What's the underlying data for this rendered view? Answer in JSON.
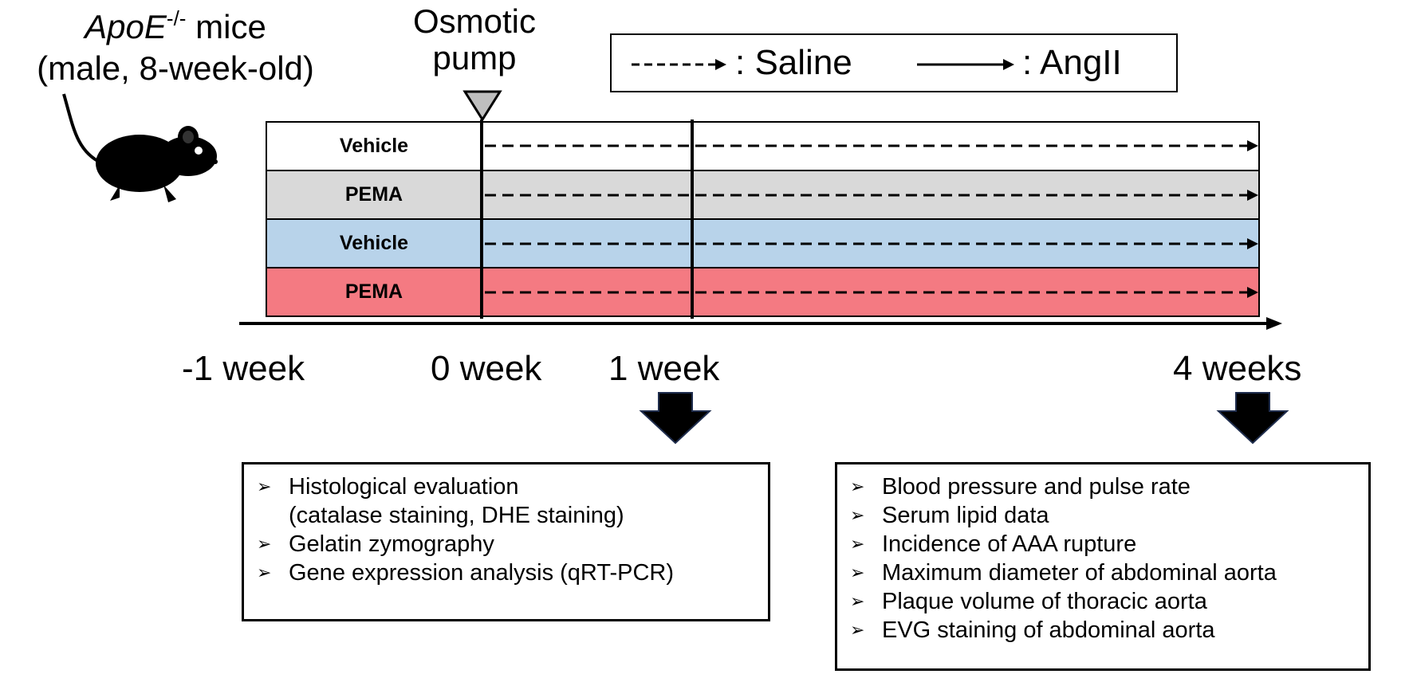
{
  "mouse": {
    "strain_italic": "ApoE",
    "strain_sup": "-/-",
    "strain_rest": " mice",
    "subtitle": "(male, 8-week-old)",
    "icon": "mouse-icon"
  },
  "pump": {
    "line1": "Osmotic",
    "line2": "pump",
    "icon": "downward-triangle-icon"
  },
  "legend": {
    "saline_label": ": Saline",
    "angii_label": ": AngII"
  },
  "groups": [
    {
      "label": "Vehicle",
      "color": "#ffffff",
      "treatment": "saline"
    },
    {
      "label": "PEMA",
      "color": "#d9d9d9",
      "treatment": "saline"
    },
    {
      "label": "Vehicle",
      "color": "#b8d3ea",
      "treatment": "saline"
    },
    {
      "label": "PEMA",
      "color": "#f47a82",
      "treatment": "saline"
    }
  ],
  "timeline": {
    "labels": [
      "-1 week",
      "0 week",
      "1 week",
      "4 weeks"
    ]
  },
  "outcomes_1week": {
    "items": [
      {
        "text": "Histological evaluation",
        "sub": "(catalase staining, DHE staining)"
      },
      {
        "text": "Gelatin zymography",
        "sub": ""
      },
      {
        "text": "Gene expression analysis (qRT-PCR)",
        "sub": ""
      }
    ]
  },
  "outcomes_4weeks": {
    "items": [
      {
        "text": "Blood pressure and pulse rate"
      },
      {
        "text": "Serum lipid data"
      },
      {
        "text": "Incidence of AAA rupture"
      },
      {
        "text": "Maximum diameter of abdominal aorta"
      },
      {
        "text": "Plaque volume of thoracic aorta"
      },
      {
        "text": "EVG staining of abdominal aorta"
      }
    ]
  },
  "colors": {
    "row_border": "#000000",
    "arrow": "#000000",
    "down_arrow_outline": "#1f2d4d"
  }
}
